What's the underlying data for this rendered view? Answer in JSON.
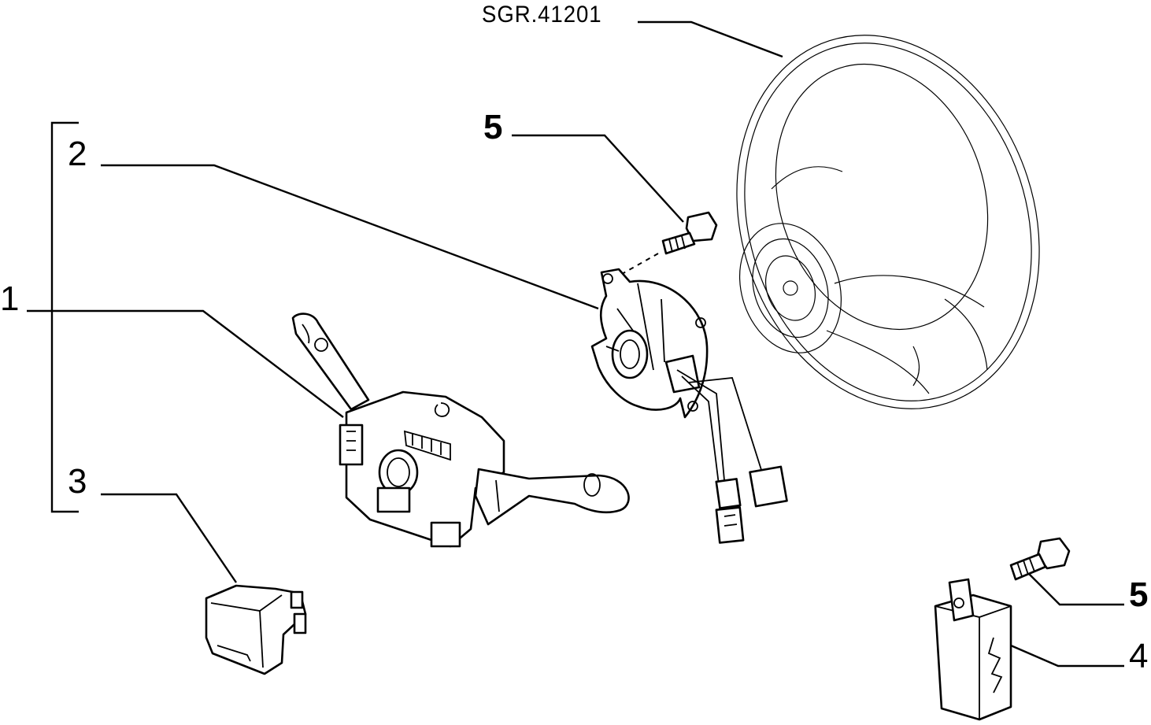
{
  "reference_code": "SGR.41201",
  "callouts": {
    "item_1": "1",
    "item_2": "2",
    "item_3": "3",
    "item_4": "4",
    "item_5_top": "5",
    "item_5_bottom": "5"
  },
  "colors": {
    "line": "#000000",
    "background": "#ffffff"
  }
}
